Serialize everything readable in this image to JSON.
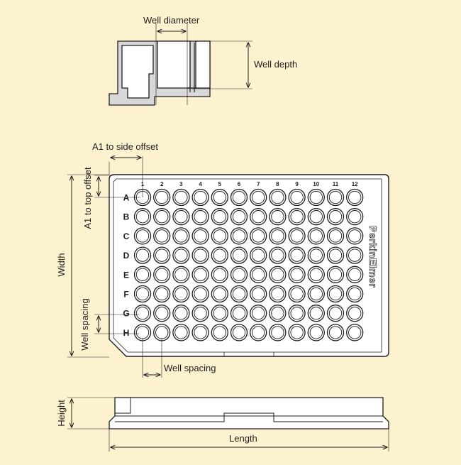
{
  "labels": {
    "well_diameter": "Well diameter",
    "well_depth": "Well depth",
    "a1_side_offset": "A1 to side offset",
    "a1_top_offset": "A1 to top offset",
    "width": "Width",
    "well_spacing_vertical": "Well spacing",
    "well_spacing_horizontal": "Well spacing",
    "height": "Height",
    "length": "Length"
  },
  "plate": {
    "rows": [
      "A",
      "B",
      "C",
      "D",
      "E",
      "F",
      "G",
      "H"
    ],
    "columns": [
      "1",
      "2",
      "3",
      "4",
      "5",
      "6",
      "7",
      "8",
      "9",
      "10",
      "11",
      "12"
    ],
    "brand": "PerkinElmer"
  },
  "colors": {
    "background": "#fdf2d0",
    "line": "#1e1e1e",
    "fill": "#ffffff",
    "wall": "#d8d8d8"
  }
}
